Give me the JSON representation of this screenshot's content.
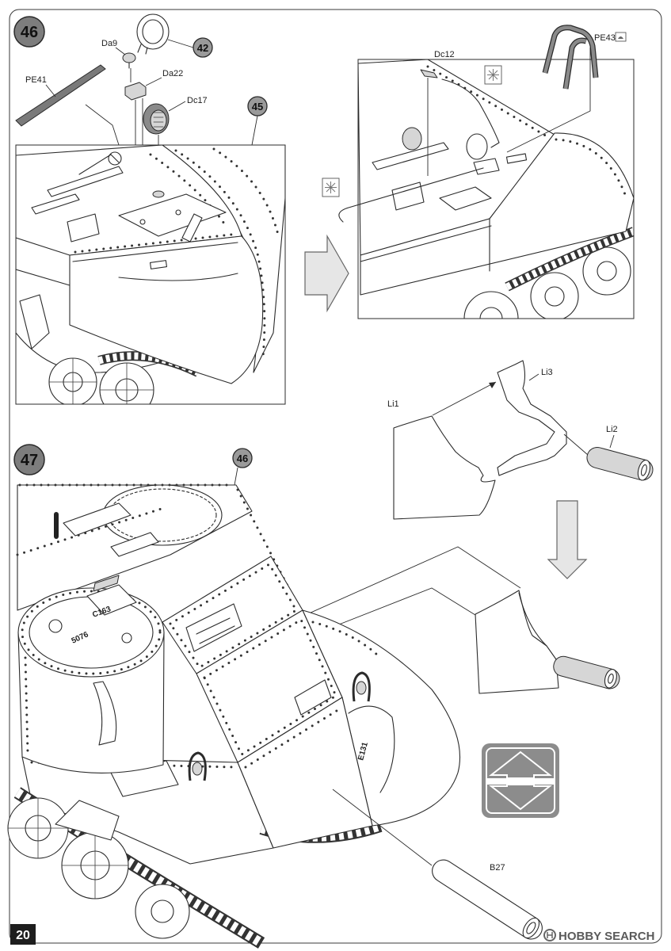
{
  "document": {
    "page_number": "20"
  },
  "step_46": {
    "number": "46",
    "refs": {
      "r42": "42",
      "r45": "45"
    },
    "parts": {
      "da9": "Da9",
      "da22": "Da22",
      "dc17": "Dc17",
      "pe41": "PE41",
      "dc12": "Dc12",
      "pe43": "PE43"
    },
    "icons": {
      "pe43_type": "photo-etch-icon",
      "symbol": "bend-symbol-icon",
      "transition": "right-arrow-icon"
    }
  },
  "step_47": {
    "number": "47",
    "refs": {
      "r46": "46"
    },
    "parts": {
      "li1": "Li1",
      "li2": "Li2",
      "li3": "Li3",
      "b27": "B27"
    },
    "markings": {
      "turret_number": "5076",
      "turret_code": "C163",
      "hull_code": "E131"
    },
    "icons": {
      "transition": "down-arrow-icon",
      "alternative": "up-down-arrows-icon"
    }
  },
  "watermark": {
    "text": "HOBBY SEARCH",
    "icon": "hobby-search-logo-icon"
  },
  "colors": {
    "ink": "#2b2b2b",
    "badge": "#7d7d7d",
    "callout": "#9a9a9a",
    "arrow_fill": "#e6e6e6"
  }
}
